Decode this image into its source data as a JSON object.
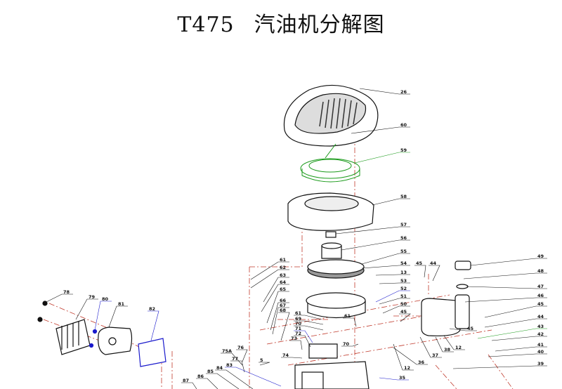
{
  "title": {
    "model": "T475",
    "name": "汽油机分解图"
  },
  "colors": {
    "black": "#111111",
    "red": "#c0392b",
    "blue": "#1a1acc",
    "green": "#1a9a1a"
  },
  "part_labels": [
    {
      "text": "26",
      "color": "black"
    },
    {
      "text": "60",
      "color": "black"
    },
    {
      "text": "59",
      "color": "green"
    },
    {
      "text": "58",
      "color": "black"
    },
    {
      "text": "57",
      "color": "black"
    },
    {
      "text": "56",
      "color": "black"
    },
    {
      "text": "55",
      "color": "black"
    },
    {
      "text": "54",
      "color": "black"
    },
    {
      "text": "13",
      "color": "black"
    },
    {
      "text": "53",
      "color": "black"
    },
    {
      "text": "52",
      "color": "blue"
    },
    {
      "text": "51",
      "color": "black"
    },
    {
      "text": "50",
      "color": "black"
    },
    {
      "text": "61",
      "color": "black"
    },
    {
      "text": "62",
      "color": "black"
    },
    {
      "text": "63",
      "color": "black"
    },
    {
      "text": "64",
      "color": "black"
    },
    {
      "text": "65",
      "color": "black"
    },
    {
      "text": "66",
      "color": "black"
    },
    {
      "text": "67",
      "color": "black"
    },
    {
      "text": "68",
      "color": "black"
    },
    {
      "text": "61",
      "color": "black"
    },
    {
      "text": "69",
      "color": "black"
    },
    {
      "text": "70",
      "color": "black"
    },
    {
      "text": "71",
      "color": "blue"
    },
    {
      "text": "72",
      "color": "black"
    },
    {
      "text": "73",
      "color": "black"
    },
    {
      "text": "74",
      "color": "black"
    },
    {
      "text": "70",
      "color": "black"
    },
    {
      "text": "61",
      "color": "black"
    },
    {
      "text": "45",
      "color": "black"
    },
    {
      "text": "44",
      "color": "black"
    },
    {
      "text": "49",
      "color": "black"
    },
    {
      "text": "48",
      "color": "black"
    },
    {
      "text": "47",
      "color": "black"
    },
    {
      "text": "46",
      "color": "black"
    },
    {
      "text": "45",
      "color": "black"
    },
    {
      "text": "44",
      "color": "black"
    },
    {
      "text": "43",
      "color": "green"
    },
    {
      "text": "42",
      "color": "black"
    },
    {
      "text": "41",
      "color": "black"
    },
    {
      "text": "40",
      "color": "black"
    },
    {
      "text": "39",
      "color": "black"
    },
    {
      "text": "45",
      "color": "black"
    },
    {
      "text": "36",
      "color": "black"
    },
    {
      "text": "12",
      "color": "black"
    },
    {
      "text": "37",
      "color": "black"
    },
    {
      "text": "38",
      "color": "black"
    },
    {
      "text": "12",
      "color": "black"
    },
    {
      "text": "45",
      "color": "black"
    },
    {
      "text": "78",
      "color": "black"
    },
    {
      "text": "79",
      "color": "black"
    },
    {
      "text": "80",
      "color": "blue"
    },
    {
      "text": "81",
      "color": "black"
    },
    {
      "text": "82",
      "color": "blue"
    },
    {
      "text": "76",
      "color": "black"
    },
    {
      "text": "75A",
      "color": "black"
    },
    {
      "text": "77",
      "color": "black"
    },
    {
      "text": "83",
      "color": "blue"
    },
    {
      "text": "84",
      "color": "black"
    },
    {
      "text": "85",
      "color": "black"
    },
    {
      "text": "86",
      "color": "black"
    },
    {
      "text": "87",
      "color": "black"
    },
    {
      "text": "5",
      "color": "black"
    },
    {
      "text": "35",
      "color": "blue"
    }
  ]
}
